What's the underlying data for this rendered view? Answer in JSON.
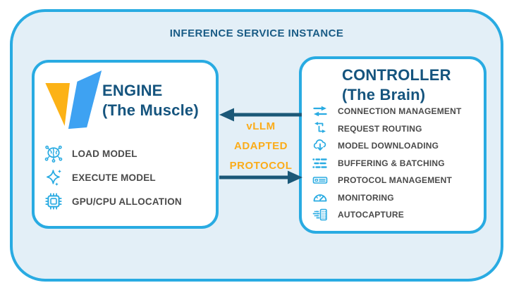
{
  "header": {
    "title": "INFERENCE SERVICE INSTANCE"
  },
  "engine": {
    "title": "ENGINE",
    "subtitle": "(The Muscle)",
    "logo": "vllm-logo",
    "items": [
      {
        "icon": "ai-brain-icon",
        "label": "LOAD MODEL"
      },
      {
        "icon": "sparkles-icon",
        "label": "EXECUTE MODEL"
      },
      {
        "icon": "chip-icon",
        "label": "GPU/CPU ALLOCATION"
      }
    ]
  },
  "controller": {
    "title": "CONTROLLER",
    "subtitle": "(The Brain)",
    "items": [
      {
        "icon": "bidirectional-arrows-icon",
        "label": "CONNECTION MANAGEMENT"
      },
      {
        "icon": "routing-arrows-icon",
        "label": "REQUEST ROUTING"
      },
      {
        "icon": "cloud-download-icon",
        "label": "MODEL DOWNLOADING"
      },
      {
        "icon": "batch-queue-icon",
        "label": "BUFFERING & BATCHING"
      },
      {
        "icon": "server-box-icon",
        "label": "PROTOCOL MANAGEMENT"
      },
      {
        "icon": "gauge-icon",
        "label": "MONITORING"
      },
      {
        "icon": "capture-doc-icon",
        "label": "AUTOCAPTURE"
      }
    ]
  },
  "protocol": {
    "lines": [
      "vLLM",
      "ADAPTED",
      "PROTOCOL"
    ],
    "direction_left_arrow": "controller-to-engine",
    "direction_right_arrow": "engine-to-controller"
  },
  "colors": {
    "outer_background": "#E3EFF7",
    "border_blue": "#29ABE2",
    "title_navy": "#1A5C86",
    "box_title_navy": "#15547E",
    "arrow_navy": "#1B5878",
    "protocol_orange": "#FBAC1A",
    "item_text_gray": "#4A4A4A",
    "logo_yellow": "#FCB216",
    "logo_blue": "#3EA2F2",
    "box_background": "#FFFFFF"
  }
}
